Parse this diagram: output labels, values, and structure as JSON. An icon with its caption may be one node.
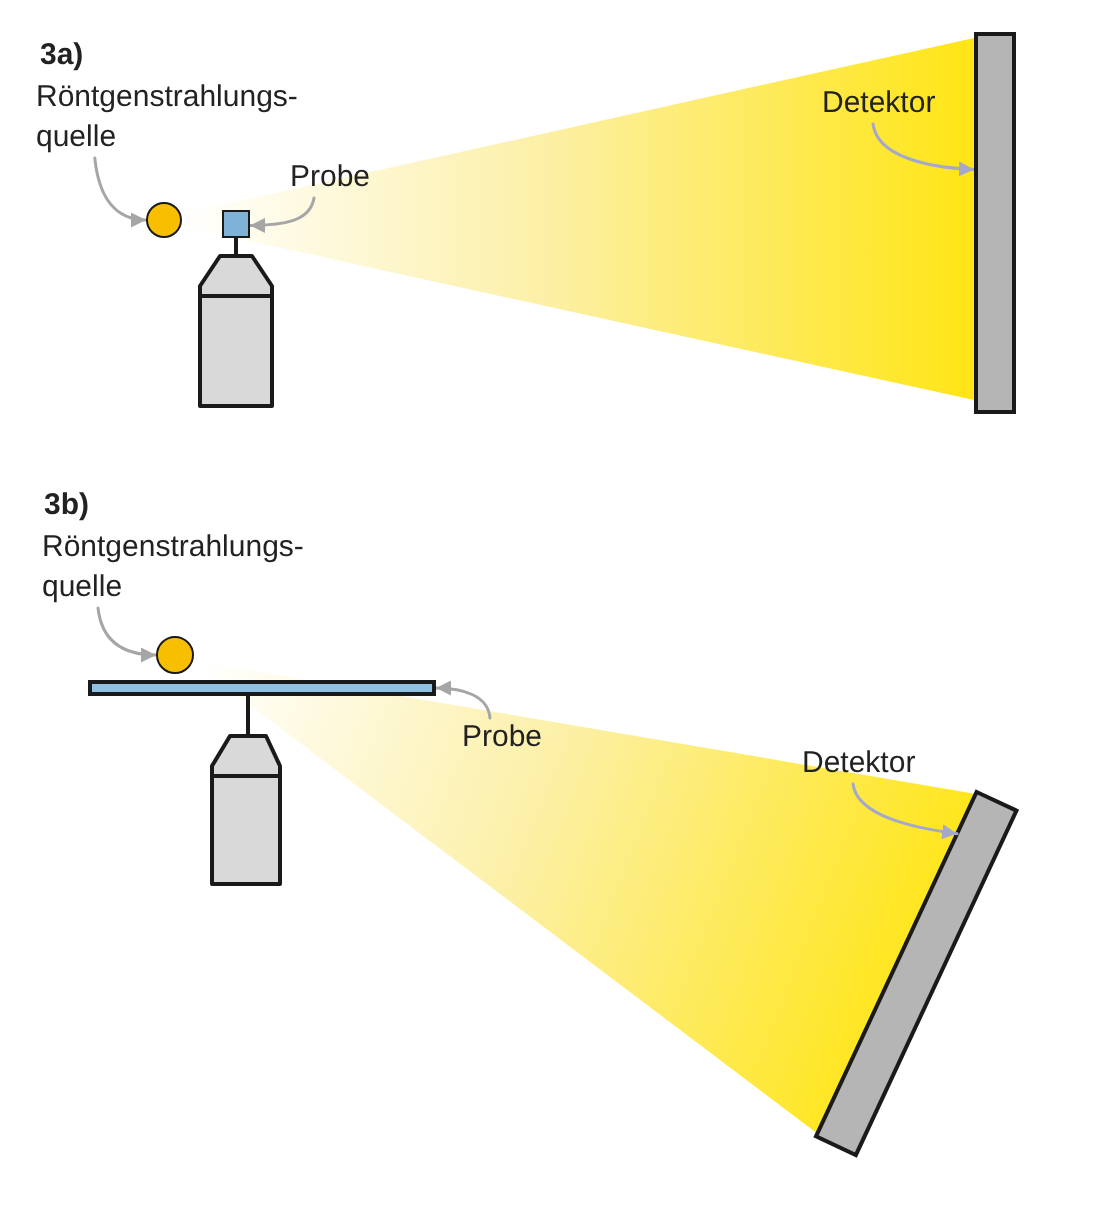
{
  "diagram": {
    "nodes": [
      {
        "text": [
          "Röntgenstrahlungs- quelle"
        ]
      },
      {
        "text": [],
        "shape": "circle"
      },
      {
        "text": [
          "Probe"
        ]
      },
      {
        "text": [],
        "shape": "box"
      },
      {
        "text": [
          "Detektor"
        ]
      },
      {
        "text": [],
        "shape": "bar"
      },
      {
        "text": [
          "Röntgenstrahlungs- quelle"
        ]
      },
      {
        "text": [],
        "shape": "circle"
      },
      {
        "text": [
          "Probe"
        ]
      },
      {
        "text": [],
        "shape": "bar"
      },
      {
        "text": [
          "Detektor"
        ]
      },
      {
        "text": [],
        "shape": "bar"
      }
    ],
    "edges": [
      {
        "from": 0,
        "to": 1,
        "arrow": "to"
      },
      {
        "from": 2,
        "to": 3,
        "arrow": "to"
      },
      {
        "from": 4,
        "to": 5,
        "arrow": "to",
        "color": "#a3a8cc"
      },
      {
        "from": 6,
        "to": 7,
        "arrow": "to"
      },
      {
        "from": 8,
        "to": 9,
        "arrow": "to"
      },
      {
        "from": 10,
        "to": 11,
        "arrow": "to",
        "color": "#a3a8cc"
      }
    ],
    "labels": [
      "3a)",
      "3b)"
    ]
  }
}
